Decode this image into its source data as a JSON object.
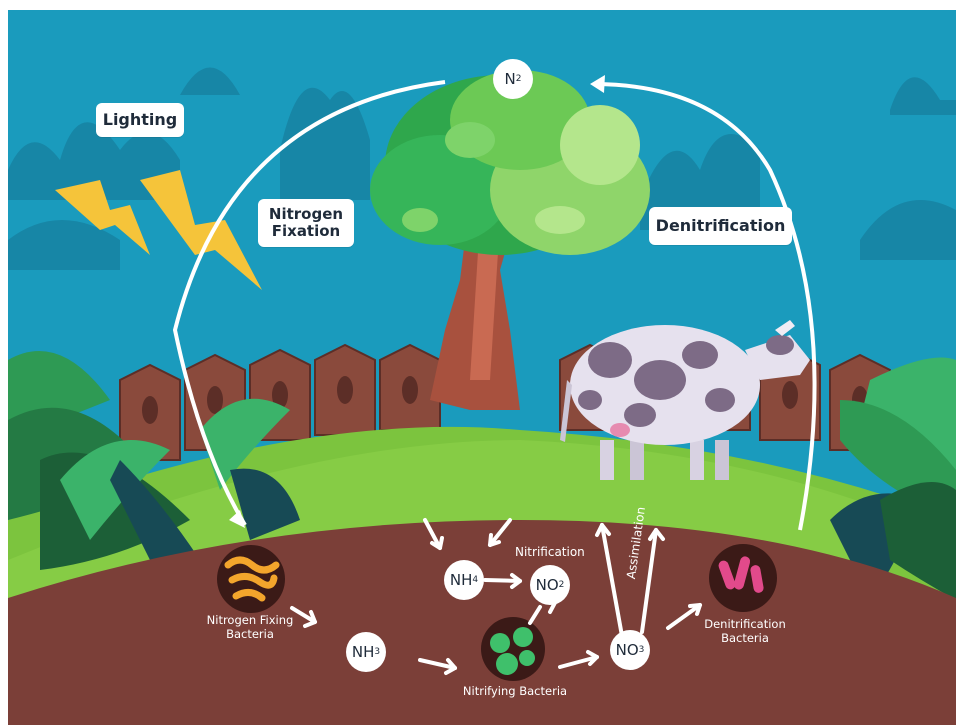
{
  "diagram": {
    "labels": {
      "n2": "N",
      "n2_sub": "2",
      "lighting": "Lighting",
      "nitrogen_fixation_line1": "Nitrogen",
      "nitrogen_fixation_line2": "Fixation",
      "denitrification": "Denitrification",
      "nitrification": "Nitrification",
      "assimilation": "Assimilation",
      "nitrogen_fixing_bacteria_line1": "Nitrogen Fixing",
      "nitrogen_fixing_bacteria_line2": "Bacteria",
      "nitrifying_bacteria": "Nitrifying Bacteria",
      "denitrification_bacteria_line1": "Denitrification",
      "denitrification_bacteria_line2": "Bacteria"
    },
    "compounds": {
      "nh4": "NH",
      "nh4_sub": "4",
      "nh3": "NH",
      "nh3_sub": "3",
      "no2": "NO",
      "no2_sub": "2",
      "no3": "NO",
      "no3_sub": "3"
    },
    "colors": {
      "sky": "#1a9bbd",
      "soil": "#7b3f38",
      "grass": "#7cc43e",
      "arrow": "#ffffff",
      "bolt": "#f5c43a"
    }
  }
}
